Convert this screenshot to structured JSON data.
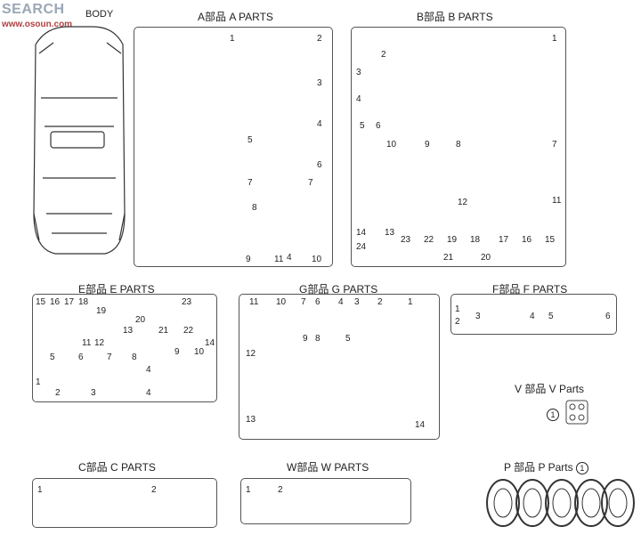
{
  "watermark": {
    "brand": "SEARCH",
    "site": "www.osoun.com"
  },
  "body_label": "BODY",
  "sprues": {
    "A": {
      "title": "A部品  A PARTS",
      "numbers": [
        "1",
        "2",
        "3",
        "4",
        "5",
        "6",
        "7",
        "7",
        "8",
        "9",
        "11",
        "4",
        "10"
      ]
    },
    "B": {
      "title": "B部品  B PARTS",
      "numbers": [
        "1",
        "2",
        "3",
        "4",
        "5",
        "6",
        "7",
        "8",
        "9",
        "10",
        "11",
        "12",
        "13",
        "14",
        "15",
        "16",
        "17",
        "18",
        "19",
        "20",
        "21",
        "22",
        "23",
        "24"
      ]
    },
    "E": {
      "title": "E部品  E PARTS",
      "numbers": [
        "15",
        "16",
        "17",
        "18",
        "23",
        "19",
        "20",
        "13",
        "21",
        "22",
        "11",
        "12",
        "14",
        "5",
        "6",
        "7",
        "8",
        "9",
        "10",
        "4",
        "4",
        "1",
        "2",
        "3"
      ]
    },
    "G": {
      "title": "G部品  G PARTS",
      "numbers": [
        "11",
        "10",
        "7",
        "6",
        "4",
        "3",
        "2",
        "1",
        "9",
        "8",
        "5",
        "12",
        "13",
        "14"
      ]
    },
    "F": {
      "title": "F部品  F PARTS",
      "numbers": [
        "1",
        "2",
        "3",
        "4",
        "5",
        "6"
      ]
    },
    "V": {
      "title": "V 部品 V Parts",
      "numbers": [
        "1"
      ]
    },
    "C": {
      "title": "C部品  C PARTS",
      "numbers": [
        "1",
        "2"
      ]
    },
    "W": {
      "title": "W部品  W PARTS",
      "numbers": [
        "1",
        "2"
      ]
    },
    "P": {
      "title": "P 部品  P Parts",
      "numbers": [
        "1"
      ]
    }
  }
}
